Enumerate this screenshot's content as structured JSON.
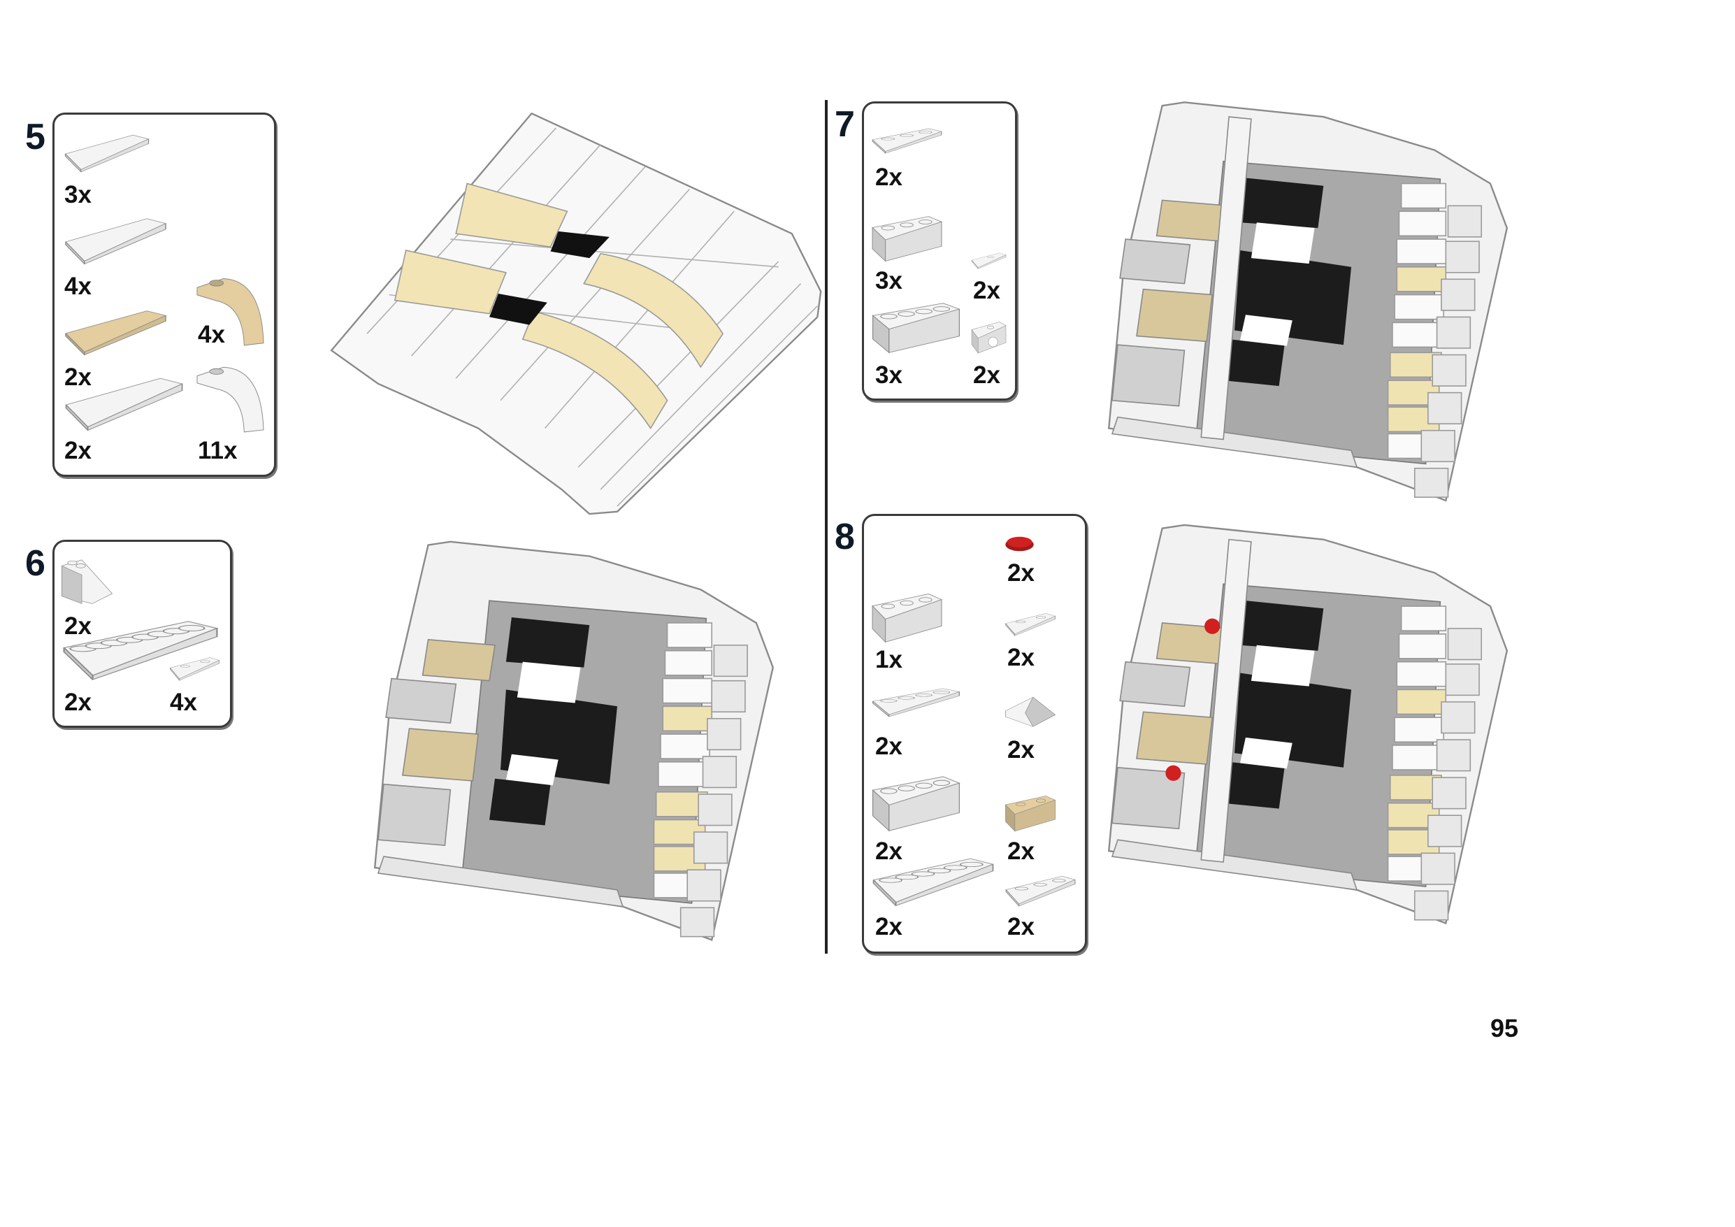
{
  "page_number": "95",
  "colors": {
    "white": "#f4f4f4",
    "tan": "#e4cd9e",
    "light_tan": "#f2e4b4",
    "grey": "#a8a8a8",
    "black": "#1a1a1a",
    "red": "#d02020"
  },
  "steps": [
    {
      "number": "5",
      "parts": [
        {
          "qty": "3x",
          "type": "tile",
          "studs": 0,
          "color": "white"
        },
        {
          "qty": "4x",
          "type": "tile-wide",
          "studs": 0,
          "color": "white"
        },
        {
          "qty": "2x",
          "type": "tile-wide",
          "studs": 0,
          "color": "tan"
        },
        {
          "qty": "2x",
          "type": "tile",
          "studs": 0,
          "color": "white"
        },
        {
          "qty": "4x",
          "type": "arch",
          "studs": 1,
          "color": "tan"
        },
        {
          "qty": "11x",
          "type": "arch",
          "studs": 1,
          "color": "white"
        }
      ]
    },
    {
      "number": "6",
      "parts": [
        {
          "qty": "2x",
          "type": "slope",
          "studs": 2,
          "color": "white"
        },
        {
          "qty": "2x",
          "type": "plate",
          "studs": 8,
          "color": "white"
        },
        {
          "qty": "4x",
          "type": "plate",
          "studs": 2,
          "color": "white"
        }
      ]
    },
    {
      "number": "7",
      "parts": [
        {
          "qty": "2x",
          "type": "plate",
          "studs": 3,
          "color": "white"
        },
        {
          "qty": "3x",
          "type": "brick",
          "studs": 3,
          "color": "white"
        },
        {
          "qty": "3x",
          "type": "brick",
          "studs": 4,
          "color": "white"
        },
        {
          "qty": "2x",
          "type": "plate",
          "studs": 1,
          "color": "white"
        },
        {
          "qty": "2x",
          "type": "brick-hole",
          "studs": 1,
          "color": "white"
        }
      ]
    },
    {
      "number": "8",
      "parts": [
        {
          "qty": "2x",
          "type": "round",
          "studs": 1,
          "color": "red"
        },
        {
          "qty": "1x",
          "type": "brick",
          "studs": 3,
          "color": "white"
        },
        {
          "qty": "2x",
          "type": "plate",
          "studs": 2,
          "color": "white"
        },
        {
          "qty": "2x",
          "type": "plate",
          "studs": 4,
          "color": "white"
        },
        {
          "qty": "2x",
          "type": "cheese-slope",
          "studs": 0,
          "color": "white"
        },
        {
          "qty": "2x",
          "type": "brick",
          "studs": 4,
          "color": "white"
        },
        {
          "qty": "2x",
          "type": "brick",
          "studs": 2,
          "color": "tan"
        },
        {
          "qty": "2x",
          "type": "plate",
          "studs": 6,
          "color": "white"
        },
        {
          "qty": "2x",
          "type": "plate",
          "studs": 3,
          "color": "white"
        }
      ]
    }
  ]
}
